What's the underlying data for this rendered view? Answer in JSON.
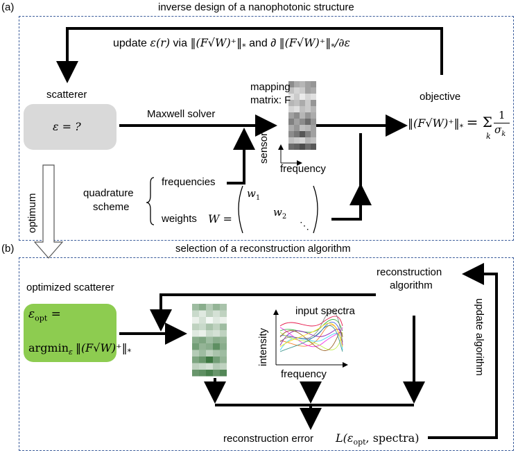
{
  "panel_a": {
    "label": "(a)",
    "title": "inverse design of a nanophotonic structure",
    "update_text_1": "update ",
    "update_eps": "ε(r)",
    "update_via": " via ",
    "update_and": " and ∂ ",
    "update_tail": "/∂ε",
    "norm_expr": "‖(F√W)⁺‖",
    "norm_sub": "*",
    "scatterer_label": "scatterer",
    "scatterer_expr": "ε = ?",
    "maxwell_label": "Maxwell solver",
    "mapping_label_1": "mapping",
    "mapping_label_2": "matrix: F",
    "sensor_label": "sensor",
    "frequency_label": "frequency",
    "objective_label": "objective",
    "objective_rhs": "= Σ",
    "objective_k": "k",
    "objective_num": "1",
    "objective_den": "σ",
    "objective_den_sub": "k",
    "quadrature_1": "quadrature",
    "quadrature_2": "scheme",
    "frequencies_label": "frequencies",
    "weights_label": "weights",
    "weights_expr": "W =",
    "w1": "w",
    "w1_sub": "1",
    "w2": "w",
    "w2_sub": "2",
    "wdots": "⋱",
    "optimum_label": "optimum"
  },
  "panel_b": {
    "label": "(b)",
    "title": "selection of a reconstruction algorithm",
    "optimized_label": "optimized scatterer",
    "eps_opt": "ε",
    "eps_opt_sub": "opt",
    "eps_eq": " =",
    "argmin": "argmin",
    "argmin_sub": "ε",
    "recon_alg_1": "reconstruction",
    "recon_alg_2": "algorithm",
    "input_spectra": "input spectra",
    "intensity_label": "intensity",
    "frequency_label": "frequency",
    "update_algorithm": "update algorithm",
    "recon_error": "reconstruction error",
    "loss_expr_L": "L(ε",
    "loss_sub": "opt",
    "loss_tail": ", spectra)"
  },
  "colors": {
    "panel_border": "#3a5b9a",
    "scatterer_fill": "#d9d9d9",
    "optimized_fill": "#8dcc50"
  },
  "mapping_matrix_a": [
    [
      0.55,
      0.4,
      0.35,
      0.45,
      0.5
    ],
    [
      0.3,
      0.2,
      0.25,
      0.45,
      0.4
    ],
    [
      0.15,
      0.25,
      0.1,
      0.2,
      0.15
    ],
    [
      0.35,
      0.3,
      0.4,
      0.25,
      0.5
    ],
    [
      0.2,
      0.15,
      0.3,
      0.25,
      0.35
    ],
    [
      0.45,
      0.55,
      0.35,
      0.5,
      0.4
    ],
    [
      0.6,
      0.45,
      0.55,
      0.7,
      0.5
    ],
    [
      0.4,
      0.5,
      0.3,
      0.35,
      0.45
    ],
    [
      0.55,
      0.65,
      0.8,
      0.6,
      0.45
    ],
    [
      0.3,
      0.25,
      0.2,
      0.35,
      0.3
    ],
    [
      0.7,
      0.75,
      0.85,
      0.7,
      0.8
    ]
  ],
  "mapping_matrix_b": [
    [
      0.45,
      0.55,
      0.35,
      0.5,
      0.4
    ],
    [
      0.25,
      0.15,
      0.3,
      0.2,
      0.3
    ],
    [
      0.1,
      0.2,
      0.05,
      0.15,
      0.1
    ],
    [
      0.3,
      0.25,
      0.4,
      0.3,
      0.45
    ],
    [
      0.15,
      0.1,
      0.25,
      0.2,
      0.3
    ],
    [
      0.55,
      0.6,
      0.45,
      0.55,
      0.5
    ],
    [
      0.65,
      0.5,
      0.55,
      0.75,
      0.55
    ],
    [
      0.35,
      0.45,
      0.3,
      0.4,
      0.45
    ],
    [
      0.6,
      0.7,
      0.9,
      0.65,
      0.5
    ],
    [
      0.3,
      0.25,
      0.2,
      0.35,
      0.3
    ],
    [
      0.7,
      0.75,
      0.85,
      0.7,
      0.8
    ]
  ],
  "spectra_colors": [
    "#e6194b",
    "#3cb44b",
    "#4363d8",
    "#f58231",
    "#911eb4",
    "#42d4f4",
    "#f032e6",
    "#bfef45",
    "#9a6324",
    "#808080",
    "#ffe119",
    "#469990"
  ]
}
